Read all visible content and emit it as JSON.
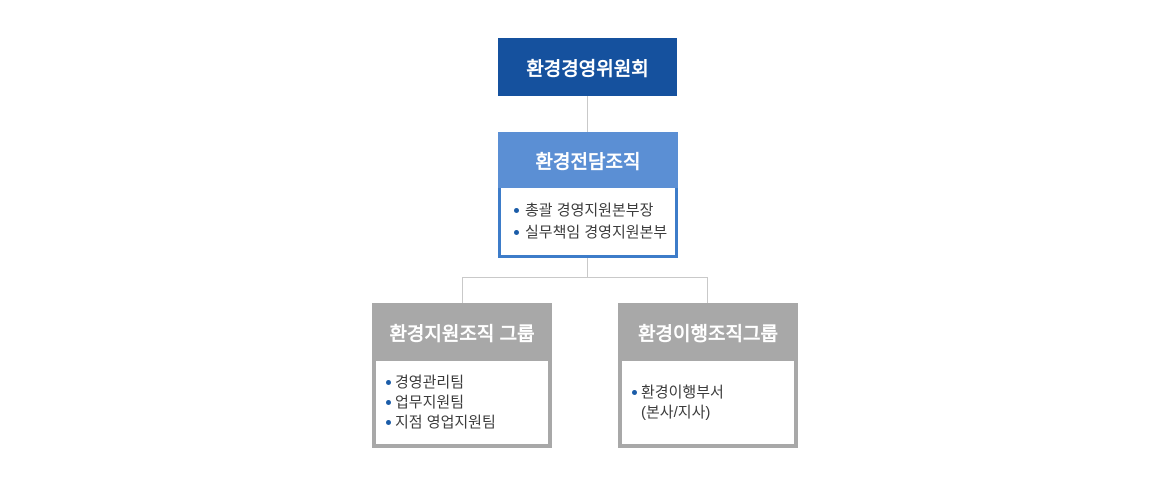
{
  "org": {
    "root": {
      "title": "환경경영위원회"
    },
    "dedicated": {
      "title": "환경전담조직",
      "items": [
        {
          "label": "총괄 경영지원본부장"
        },
        {
          "label": "실무책임 경영지원본부"
        }
      ]
    },
    "groups": [
      {
        "title": "환경지원조직 그룹",
        "items": [
          {
            "label": "경영관리팀"
          },
          {
            "label": "업무지원팀"
          },
          {
            "label": "지점 영업지원팀"
          }
        ]
      },
      {
        "title": "환경이행조직그룹",
        "items": [
          {
            "label": "환경이행부서",
            "sublabel": "(본사/지사)"
          }
        ]
      }
    ],
    "colors": {
      "committee_bg": "#15519e",
      "dedicated_header_bg": "#5b8fd4",
      "dedicated_border": "#3d7cc9",
      "group_header_bg": "#a8a8a8",
      "connector_line": "#c9c9c9",
      "bullet": "#1b5ca8",
      "body_text": "#3c3c3c",
      "header_text": "#ffffff",
      "background": "#ffffff"
    }
  }
}
